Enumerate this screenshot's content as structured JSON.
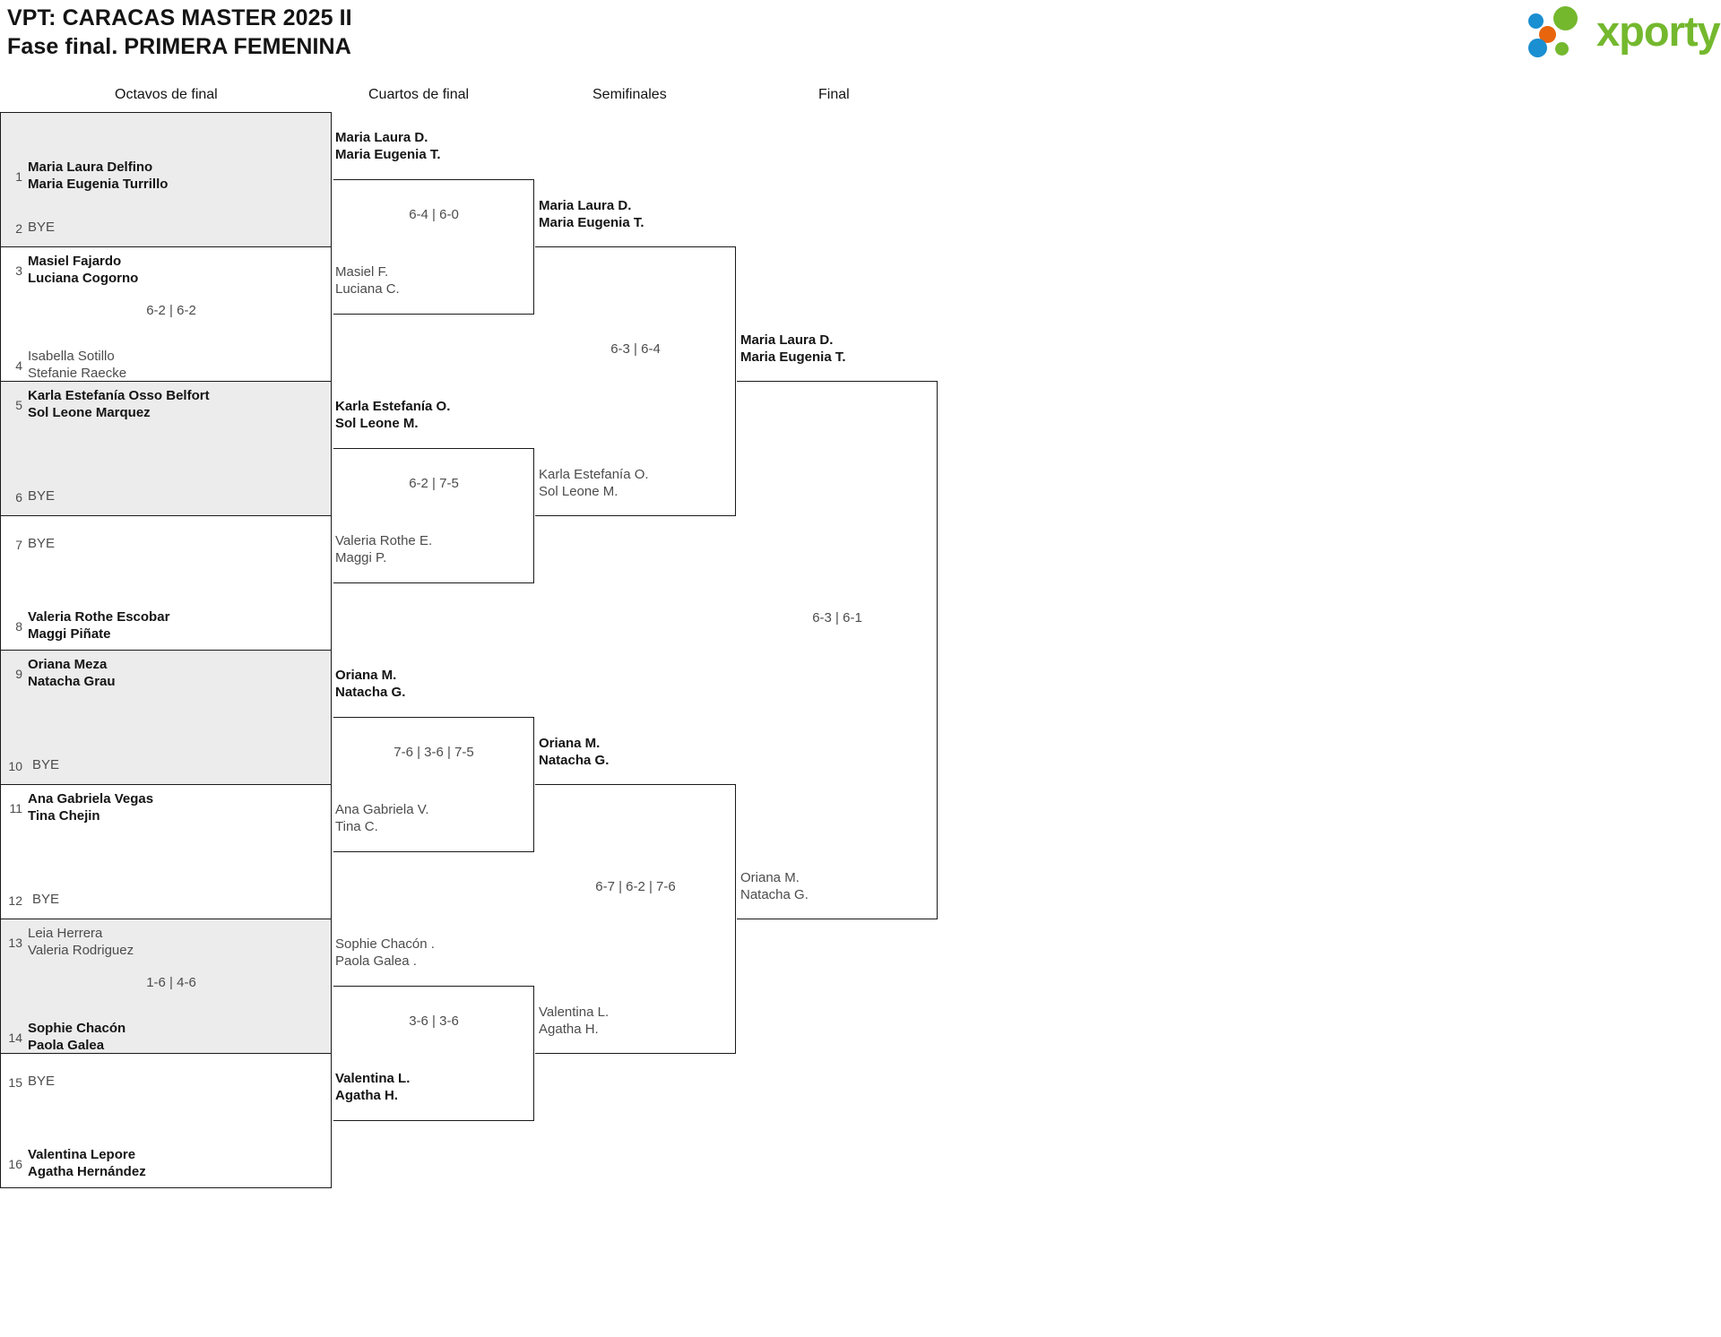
{
  "header": {
    "title_line1": "VPT: CARACAS MASTER 2025 II",
    "title_line2": "Fase final. PRIMERA FEMENINA",
    "logo_text": "xporty",
    "logo_colors": {
      "green": "#74b82e",
      "blue": "#1a8fd1",
      "orange": "#e8650d"
    }
  },
  "rounds": [
    {
      "label": "Octavos de final"
    },
    {
      "label": "Cuartos de final"
    },
    {
      "label": "Semifinales"
    },
    {
      "label": "Final"
    }
  ],
  "round_of_16": [
    {
      "shaded": true,
      "top": {
        "seed": "1",
        "players": [
          "Maria Laura Delfino",
          "Maria Eugenia Turrillo"
        ],
        "winner": true,
        "bye": false
      },
      "bottom": {
        "seed": "2",
        "players": [
          "BYE"
        ],
        "winner": false,
        "bye": true
      },
      "score": ""
    },
    {
      "shaded": false,
      "top": {
        "seed": "3",
        "players": [
          "Masiel Fajardo",
          "Luciana Cogorno"
        ],
        "winner": true,
        "bye": false
      },
      "bottom": {
        "seed": "4",
        "players": [
          "Isabella Sotillo",
          "Stefanie Raecke"
        ],
        "winner": false,
        "bye": false
      },
      "score": "6-2 | 6-2"
    },
    {
      "shaded": true,
      "top": {
        "seed": "5",
        "players": [
          "Karla Estefanía Osso Belfort",
          "Sol Leone Marquez"
        ],
        "winner": true,
        "bye": false
      },
      "bottom": {
        "seed": "6",
        "players": [
          "BYE"
        ],
        "winner": false,
        "bye": true
      },
      "score": ""
    },
    {
      "shaded": false,
      "top": {
        "seed": "7",
        "players": [
          "BYE"
        ],
        "winner": false,
        "bye": true
      },
      "bottom": {
        "seed": "8",
        "players": [
          "Valeria Rothe Escobar",
          "Maggi Piñate"
        ],
        "winner": true,
        "bye": false
      },
      "score": ""
    },
    {
      "shaded": true,
      "top": {
        "seed": "9",
        "players": [
          "Oriana Meza",
          "Natacha Grau"
        ],
        "winner": true,
        "bye": false
      },
      "bottom": {
        "seed": "10",
        "players": [
          "BYE"
        ],
        "winner": false,
        "bye": true
      },
      "score": ""
    },
    {
      "shaded": false,
      "top": {
        "seed": "11",
        "players": [
          "Ana Gabriela Vegas",
          "Tina Chejin"
        ],
        "winner": true,
        "bye": false
      },
      "bottom": {
        "seed": "12",
        "players": [
          "BYE"
        ],
        "winner": false,
        "bye": true
      },
      "score": ""
    },
    {
      "shaded": true,
      "top": {
        "seed": "13",
        "players": [
          "Leia Herrera",
          "Valeria Rodriguez"
        ],
        "winner": false,
        "bye": false
      },
      "bottom": {
        "seed": "14",
        "players": [
          "Sophie Chacón",
          "Paola Galea"
        ],
        "winner": true,
        "bye": false
      },
      "score": "1-6 | 4-6"
    },
    {
      "shaded": false,
      "top": {
        "seed": "15",
        "players": [
          "BYE"
        ],
        "winner": false,
        "bye": true
      },
      "bottom": {
        "seed": "16",
        "players": [
          "Valentina Lepore",
          "Agatha Hernández"
        ],
        "winner": true,
        "bye": false
      },
      "score": ""
    }
  ],
  "quarter_finals": [
    {
      "top": {
        "players": [
          "Maria Laura D.",
          "Maria Eugenia T."
        ],
        "winner": true
      },
      "bottom": {
        "players": [
          "Masiel F.",
          "Luciana C."
        ],
        "winner": false
      },
      "score": "6-4 | 6-0"
    },
    {
      "top": {
        "players": [
          "Karla Estefanía O.",
          "Sol Leone M."
        ],
        "winner": true
      },
      "bottom": {
        "players": [
          "Valeria Rothe E.",
          "Maggi P."
        ],
        "winner": false
      },
      "score": "6-2 | 7-5"
    },
    {
      "top": {
        "players": [
          "Oriana M.",
          "Natacha G."
        ],
        "winner": true
      },
      "bottom": {
        "players": [
          "Ana Gabriela V.",
          "Tina C."
        ],
        "winner": false
      },
      "score": "7-6 | 3-6 | 7-5"
    },
    {
      "top": {
        "players": [
          "Sophie Chacón .",
          "Paola Galea ."
        ],
        "winner": false
      },
      "bottom": {
        "players": [
          "Valentina L.",
          "Agatha H."
        ],
        "winner": true
      },
      "score": "3-6 | 3-6"
    }
  ],
  "semi_finals": [
    {
      "top": {
        "players": [
          "Maria Laura D.",
          "Maria Eugenia T."
        ],
        "winner": true
      },
      "bottom": {
        "players": [
          "Karla Estefanía O.",
          "Sol Leone M."
        ],
        "winner": false
      },
      "score": "6-3 | 6-4"
    },
    {
      "top": {
        "players": [
          "Oriana M.",
          "Natacha G."
        ],
        "winner": true
      },
      "bottom": {
        "players": [
          "Valentina L.",
          "Agatha H."
        ],
        "winner": false
      },
      "score": "6-7 | 6-2 | 7-6"
    }
  ],
  "final": [
    {
      "top": {
        "players": [
          "Maria Laura D.",
          "Maria Eugenia T."
        ],
        "winner": true
      },
      "bottom": {
        "players": [
          "Oriana M.",
          "Natacha G."
        ],
        "winner": false
      },
      "score": "6-3 | 6-1"
    }
  ]
}
